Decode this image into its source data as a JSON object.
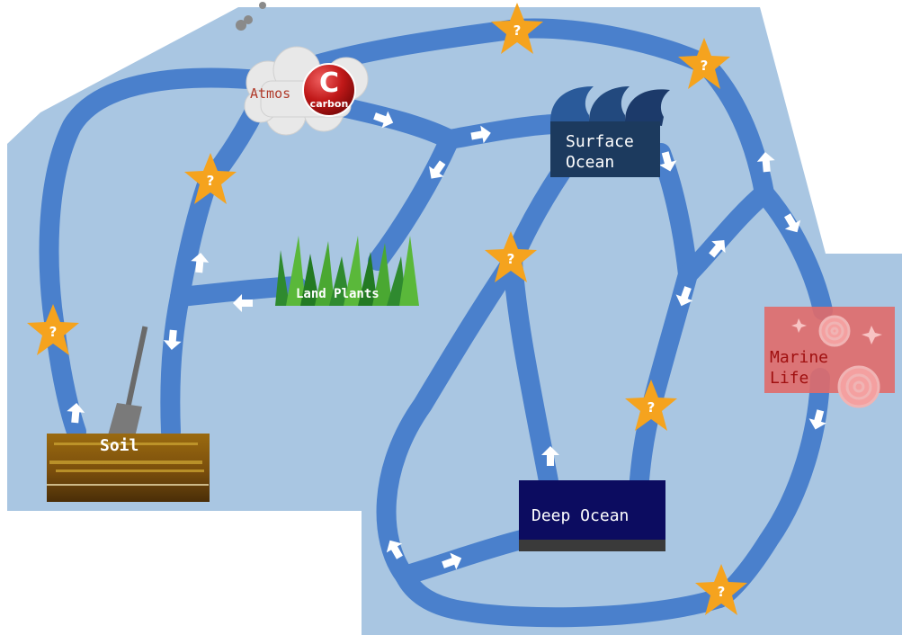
{
  "nodes": {
    "atmosphere": {
      "label": "Atmos",
      "carbon_letter": "C",
      "carbon_word": "carbon"
    },
    "surface_ocean": {
      "line1": "Surface",
      "line2": "Ocean"
    },
    "land_plants": {
      "label": "Land Plants"
    },
    "marine_life": {
      "line1": "Marine",
      "line2": "Life"
    },
    "soil": {
      "label": "Soil"
    },
    "deep_ocean": {
      "label": "Deep Ocean"
    }
  },
  "star_label": "?",
  "colors": {
    "background": "#a9c6e2",
    "path": "#4a80cc",
    "star": "#f5a31e",
    "arrow": "#ffffff",
    "carbon_ball": "#c01818",
    "surface_ocean_box": "#1c3a5e",
    "deep_ocean_box": "#0c0c60",
    "marine_box": "#e06a6a",
    "soil": "#8a5a10"
  }
}
